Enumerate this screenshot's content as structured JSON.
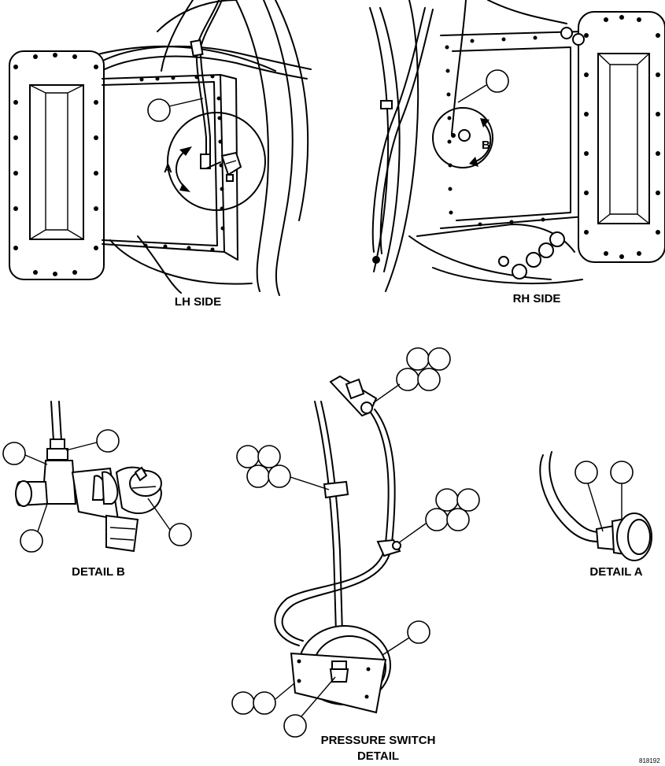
{
  "labels": {
    "lh_side": "LH SIDE",
    "rh_side": "RH SIDE",
    "detail_b": "DETAIL B",
    "detail_a": "DETAIL A",
    "pressure_switch_line1": "PRESSURE SWITCH",
    "pressure_switch_line2": "DETAIL"
  },
  "callouts": {
    "view_a": "A",
    "view_b": "B"
  },
  "figure_id": "818192"
}
